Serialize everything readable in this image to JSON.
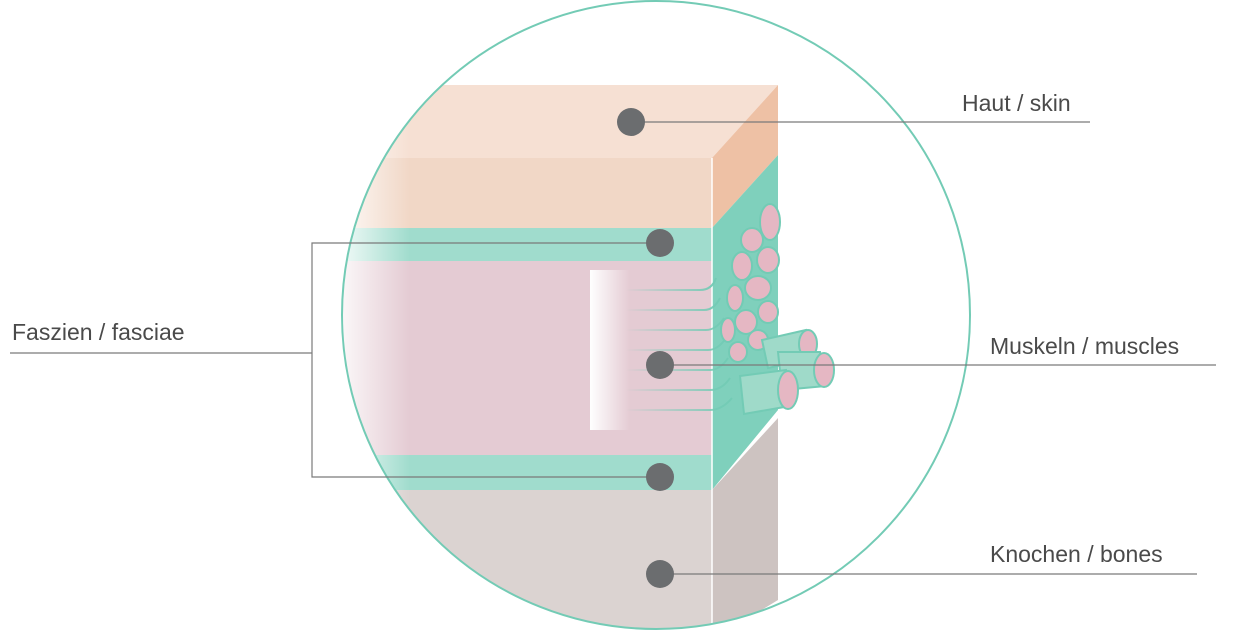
{
  "labels": {
    "skin": "Haut / skin",
    "fascia": "Faszien / fasciae",
    "muscles": "Muskeln / muscles",
    "bones": "Knochen / bones"
  },
  "colors": {
    "circle_outline": "#73cbb5",
    "skin_top": "#f6e0d3",
    "skin_front": "#f1d7c6",
    "skin_side": "#eec1a5",
    "fascia": "#a0dccd",
    "fascia_side": "#7fd0bc",
    "muscle": "#e4cbd3",
    "muscle_cell": "#e5b7c3",
    "bone_front": "#dbd3d1",
    "bone_side": "#cdc3c1",
    "marker": "#6b6d6f",
    "leader_line": "#7a7a7a"
  }
}
